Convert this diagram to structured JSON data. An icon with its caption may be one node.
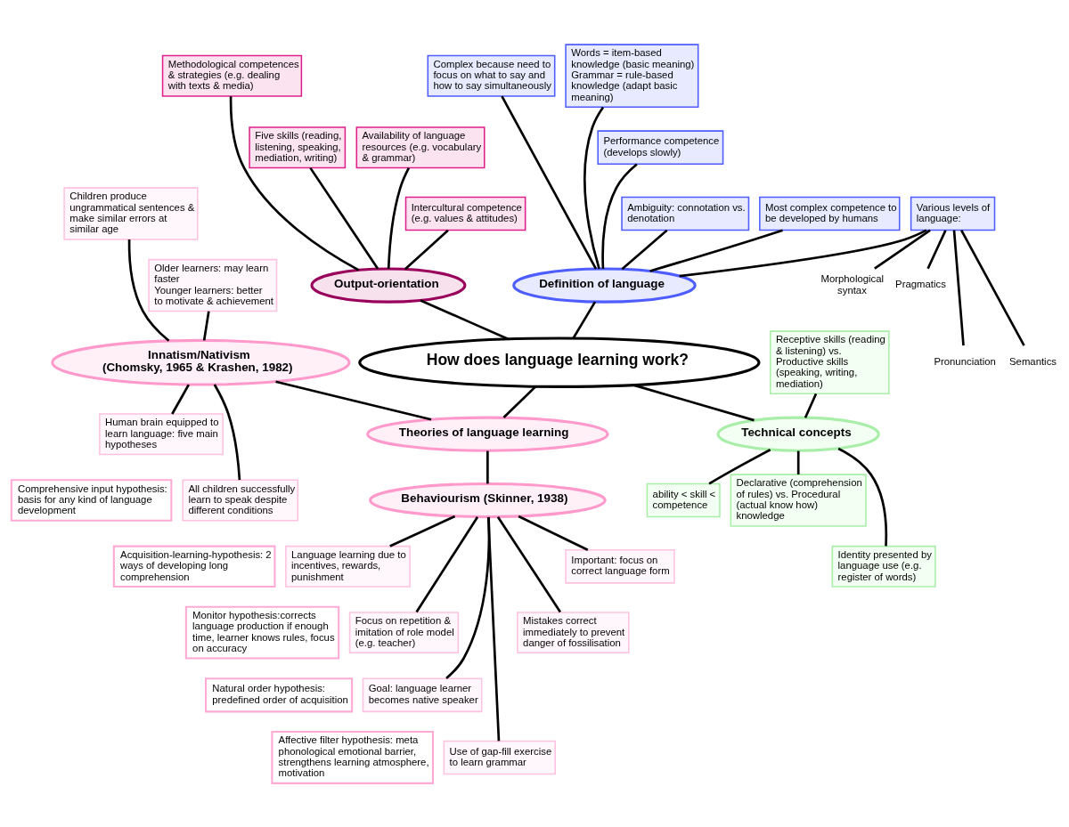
{
  "diagram": {
    "nodes": [
      {
        "text": [
          "How does language learning work?"
        ]
      },
      {
        "text": [
          "Output-orientation"
        ]
      },
      {
        "text": [
          "Methodological competences & strategies (e.g. dealing with texts & media)"
        ]
      },
      {
        "text": [
          "Five skills (reading, listening, speaking, mediation, writing)"
        ]
      },
      {
        "text": [
          "Availability of language resources (e.g. vocabulary & grammar)"
        ]
      },
      {
        "text": [
          "Intercultural competence (e.g. values & attitudes)"
        ]
      },
      {
        "text": [
          "Complex because need to focus on what to say and how to say simultaneously"
        ]
      },
      {
        "text": [
          "Words = item-based knowledge (basic meaning)",
          "Grammar = rule-based knowledge (adapt basic meaning)"
        ]
      },
      {
        "text": [
          "Performance competence (develops slowly)"
        ]
      },
      {
        "text": [
          "Ambiguity: connotation vs. denotation"
        ]
      },
      {
        "text": [
          "Definition of language"
        ]
      },
      {
        "text": [
          "Various levels of language:"
        ]
      },
      {
        "text": [
          "Most complex competence to be developed by humans"
        ]
      },
      {
        "text": [
          "Morphological syntax"
        ]
      },
      {
        "text": [
          "Pragmatics"
        ]
      },
      {
        "text": [
          "Pronunciation"
        ]
      },
      {
        "text": [
          "Semantics"
        ]
      },
      {
        "text": [
          "Children produce ungrammatical sentences & make similar errors at similar age"
        ]
      },
      {
        "text": [
          "Older learners: may learn faster",
          "Younger learners: better to motivate & achievement"
        ]
      },
      {
        "text": [
          "Innatism/Nativism",
          "(Chomsky, 1965 & Krashen, 1982)"
        ]
      },
      {
        "text": [
          "Human brain equipped to learn language: five main hypotheses"
        ]
      },
      {
        "text": [
          "Comprehensive input hypothesis: basis for any kind of language development"
        ]
      },
      {
        "text": [
          "Acquisition-learning-hypothesis: 2 ways of developing long comprehension"
        ]
      },
      {
        "text": [
          "Monitor hypothesis:corrects language production if enough time, learner knows rules, focus on accuracy"
        ]
      },
      {
        "text": [
          "Natural order hypothesis: predefined order of acquisition"
        ]
      },
      {
        "text": [
          "Affective filter hypothesis: meta phonological emotional barrier, strengthens learning atmosphere, motivation"
        ]
      },
      {
        "text": [
          "All children successfully learn to speak despite different conditions"
        ]
      },
      {
        "text": [
          "Theories of language learning"
        ]
      },
      {
        "text": [
          "Technical concepts"
        ]
      },
      {
        "text": [
          "Receptive skills (reading & listening) vs. Productive skills (speaking, writing, mediation)"
        ]
      },
      {
        "text": [
          "ability < skill < competence"
        ]
      },
      {
        "text": [
          "Declarative (comprehension of rules) vs. Procedural (actual know how) knowledge"
        ]
      },
      {
        "text": [
          "Identity presented by language use (e.g. register of words)"
        ]
      },
      {
        "text": [
          "Behaviourism (Skinner, 1938)"
        ]
      },
      {
        "text": [
          "Language learning due to incentives, rewards, punishment"
        ]
      },
      {
        "text": [
          "Focus on repetition & imitation of role model (e.g. teacher)"
        ]
      },
      {
        "text": [
          "Goal: language learner becomes native speaker"
        ]
      },
      {
        "text": [
          "Use of gap-fill exercise to learn grammar"
        ]
      },
      {
        "text": [
          "Mistakes correct immediately to prevent danger of fossilisation"
        ]
      },
      {
        "text": [
          "Important: focus on correct language form"
        ]
      }
    ],
    "edges": [
      {
        "from": 1,
        "to": 0,
        "arrow": "none"
      },
      {
        "from": 10,
        "to": 0,
        "arrow": "none"
      },
      {
        "from": 0,
        "to": 27,
        "arrow": "none"
      },
      {
        "from": 0,
        "to": 28,
        "arrow": "none"
      },
      {
        "from": 2,
        "to": 1,
        "arrow": "none"
      },
      {
        "from": 3,
        "to": 1,
        "arrow": "none"
      },
      {
        "from": 4,
        "to": 1,
        "arrow": "none"
      },
      {
        "from": 5,
        "to": 1,
        "arrow": "none"
      },
      {
        "from": 6,
        "to": 10,
        "arrow": "none"
      },
      {
        "from": 7,
        "to": 10,
        "arrow": "none"
      },
      {
        "from": 8,
        "to": 10,
        "arrow": "none"
      },
      {
        "from": 9,
        "to": 10,
        "arrow": "none"
      },
      {
        "from": 11,
        "to": 10,
        "arrow": "none"
      },
      {
        "from": 12,
        "to": 10,
        "arrow": "none"
      },
      {
        "from": 11,
        "to": 15,
        "arrow": "none"
      },
      {
        "from": 11,
        "to": 13,
        "arrow": "none"
      },
      {
        "from": 11,
        "to": 16,
        "arrow": "none"
      },
      {
        "from": 11,
        "to": 14,
        "arrow": "none"
      },
      {
        "from": 19,
        "to": 27,
        "arrow": "none"
      },
      {
        "from": 27,
        "to": 33,
        "arrow": "none"
      },
      {
        "from": 17,
        "to": 19,
        "arrow": "none"
      },
      {
        "from": 18,
        "to": 19,
        "arrow": "none"
      },
      {
        "from": 19,
        "to": 20,
        "arrow": "none"
      },
      {
        "from": 19,
        "to": 26,
        "arrow": "none"
      },
      {
        "from": 29,
        "to": 28,
        "arrow": "none"
      },
      {
        "from": 28,
        "to": 30,
        "arrow": "none"
      },
      {
        "from": 28,
        "to": 31,
        "arrow": "none"
      },
      {
        "from": 28,
        "to": 32,
        "arrow": "none"
      },
      {
        "from": 33,
        "to": 34,
        "arrow": "none"
      },
      {
        "from": 33,
        "to": 35,
        "arrow": "none"
      },
      {
        "from": 33,
        "to": 36,
        "arrow": "none"
      },
      {
        "from": 33,
        "to": 37,
        "arrow": "none"
      },
      {
        "from": 33,
        "to": 38,
        "arrow": "none"
      },
      {
        "from": 33,
        "to": 39,
        "arrow": "none"
      }
    ]
  }
}
